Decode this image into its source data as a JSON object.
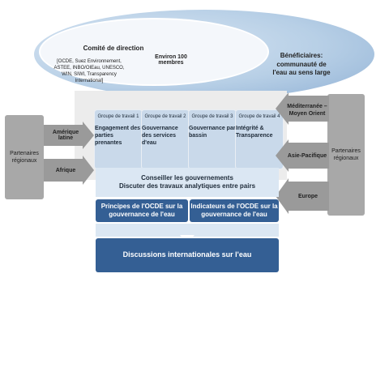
{
  "ellipse": {
    "committee_title": "Comité de direction",
    "committee_members": "[OCDE, Suez Environnement, ASTEE, INBO/OIEau, UNESCO, WIN, SIWI, Transparency International]",
    "members_count": "Environ 100 membres",
    "beneficiaries": "Bénéficiaires: communauté de l'eau au sens large"
  },
  "working_groups": [
    {
      "head": "Groupe de travail 1",
      "title": "Engagement des parties prenantes"
    },
    {
      "head": "Groupe de travail 2",
      "title": "Gouvernance des services d'eau"
    },
    {
      "head": "Groupe de travail 3",
      "title": "Gouvernance par bassin"
    },
    {
      "head": "Groupe de travail 4",
      "title": "Intégrité & Transparence"
    }
  ],
  "left": {
    "partners": "Partenaires régionaux",
    "regions": [
      "Amérique latine",
      "Afrique"
    ]
  },
  "right": {
    "partners": "Partenaires régionaux",
    "regions": [
      "Méditerranée – Moyen Orient",
      "Asie-Pacifique",
      "Europe"
    ]
  },
  "advise": {
    "line1": "Conseiller les gouvernements",
    "line2": "Discuter des travaux analytiques entre pairs"
  },
  "principles": "Principes de l'OCDE sur la gouvernance de l'eau",
  "indicators": "Indicateurs de l'OCDE sur la gouvernance de l'eau",
  "discussions": "Discussions internationales sur l'eau"
}
